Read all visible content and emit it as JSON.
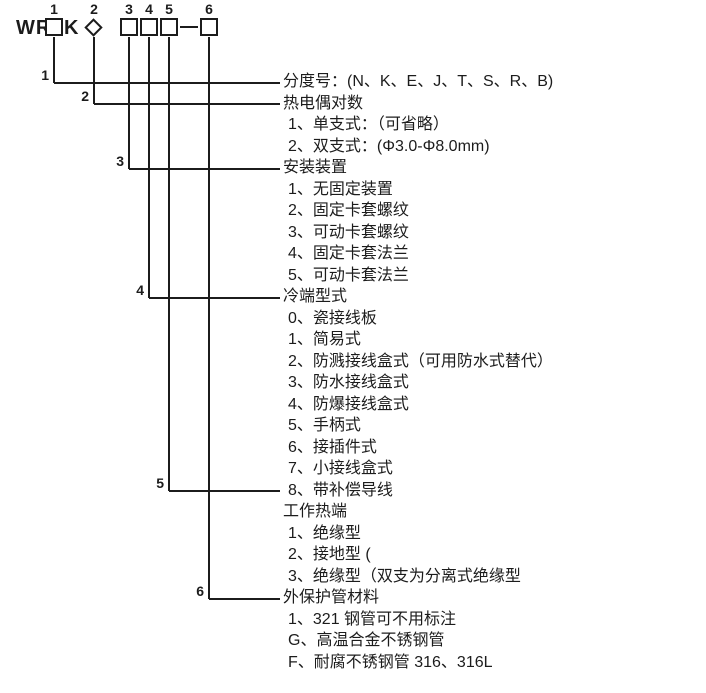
{
  "header": {
    "prefix": "WR",
    "suffix_letter": "K",
    "position_labels": [
      "1",
      "2",
      "3",
      "4",
      "5",
      "6"
    ]
  },
  "rows": [
    {
      "text": "分度号：(N、K、E、J、T、S、R、B)",
      "branch": "1"
    },
    {
      "text": "热电偶对数",
      "branch": "2"
    },
    {
      "text": "1、单支式：（可省略）"
    },
    {
      "text": "2、双支式：(Φ3.0-Φ8.0mm)"
    },
    {
      "text": "安装装置",
      "branch": "3"
    },
    {
      "text": "1、无固定装置"
    },
    {
      "text": "2、固定卡套螺纹"
    },
    {
      "text": "3、可动卡套螺纹"
    },
    {
      "text": "4、固定卡套法兰"
    },
    {
      "text": "5、可动卡套法兰"
    },
    {
      "text": "冷端型式",
      "branch": "4"
    },
    {
      "text": "0、瓷接线板"
    },
    {
      "text": "1、简易式"
    },
    {
      "text": "2、防溅接线盒式（可用防水式替代）"
    },
    {
      "text": "3、防水接线盒式"
    },
    {
      "text": "4、防爆接线盒式"
    },
    {
      "text": "5、手柄式"
    },
    {
      "text": "6、接插件式"
    },
    {
      "text": "7、小接线盒式"
    },
    {
      "text": "8、带补偿导线",
      "branch": "5"
    },
    {
      "text": "工作热端"
    },
    {
      "text": "1、绝缘型"
    },
    {
      "text": "2、接地型 ("
    },
    {
      "text": "3、绝缘型（双支为分离式绝缘型"
    },
    {
      "text": "外保护管材料",
      "branch": "6"
    },
    {
      "text": "1、321 钢管可不用标注"
    },
    {
      "text": "G、高温合金不锈钢管"
    },
    {
      "text": "F、耐腐不锈钢管 316、316L"
    }
  ],
  "colors": {
    "ink": "#1c1c1c",
    "background": "#ffffff"
  }
}
